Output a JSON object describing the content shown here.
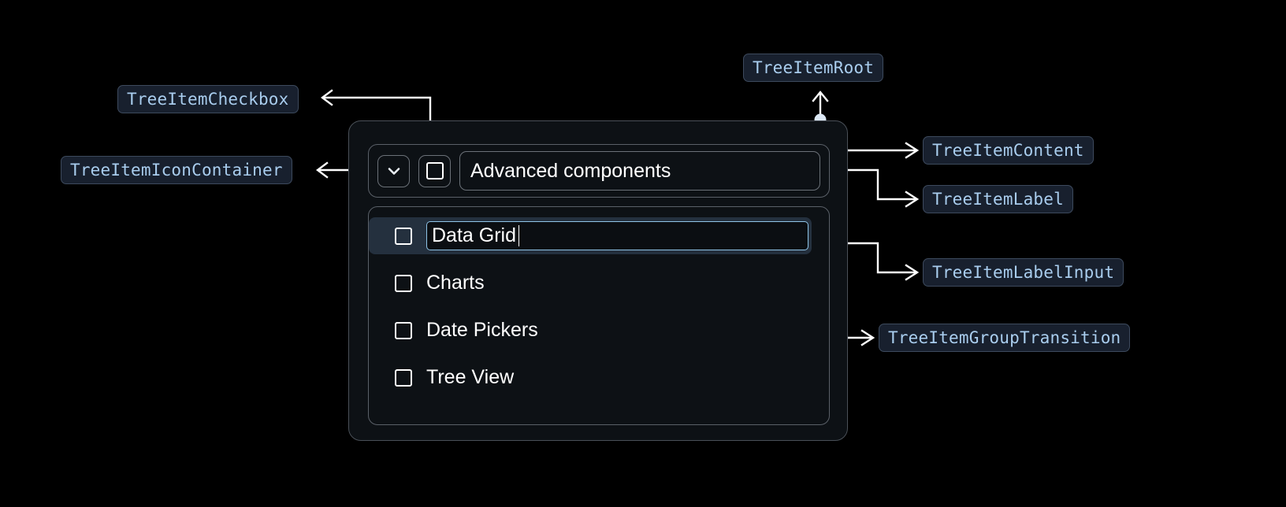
{
  "page": {
    "background": "#000000",
    "title": "TreeItem anatomy diagram"
  },
  "annotations": [
    {
      "id": "tree-item-checkbox",
      "label": "TreeItemCheckbox"
    },
    {
      "id": "tree-item-icon-container",
      "label": "TreeItemIconContainer"
    },
    {
      "id": "tree-item-root",
      "label": "TreeItemRoot"
    },
    {
      "id": "tree-item-content",
      "label": "TreeItemContent"
    },
    {
      "id": "tree-item-label",
      "label": "TreeItemLabel"
    },
    {
      "id": "tree-item-label-input",
      "label": "TreeItemLabelInput"
    },
    {
      "id": "tree-item-group-transition",
      "label": "TreeItemGroupTransition"
    }
  ],
  "tree": {
    "root": {
      "icon": "chevron-down-icon",
      "checkbox_checked": false,
      "label": "Advanced components"
    },
    "children": [
      {
        "label": "Data Grid",
        "checked": false,
        "editing": true
      },
      {
        "label": "Charts",
        "checked": false,
        "editing": false
      },
      {
        "label": "Date Pickers",
        "checked": false,
        "editing": false
      },
      {
        "label": "Tree View",
        "checked": false,
        "editing": false
      }
    ],
    "editing_value": "Data Grid"
  },
  "colors": {
    "background": "#000000",
    "chip_bg": "#18202e",
    "chip_border": "#3d4a5d",
    "chip_text": "#a9cdee",
    "panel_bg": "#0d1115",
    "panel_border": "#5a6068",
    "selected_row_bg": "#24303e",
    "input_border": "#8fc4e8",
    "connector": "#ffffff",
    "connector_dot": "#dce8f5",
    "text": "#ffffff"
  }
}
